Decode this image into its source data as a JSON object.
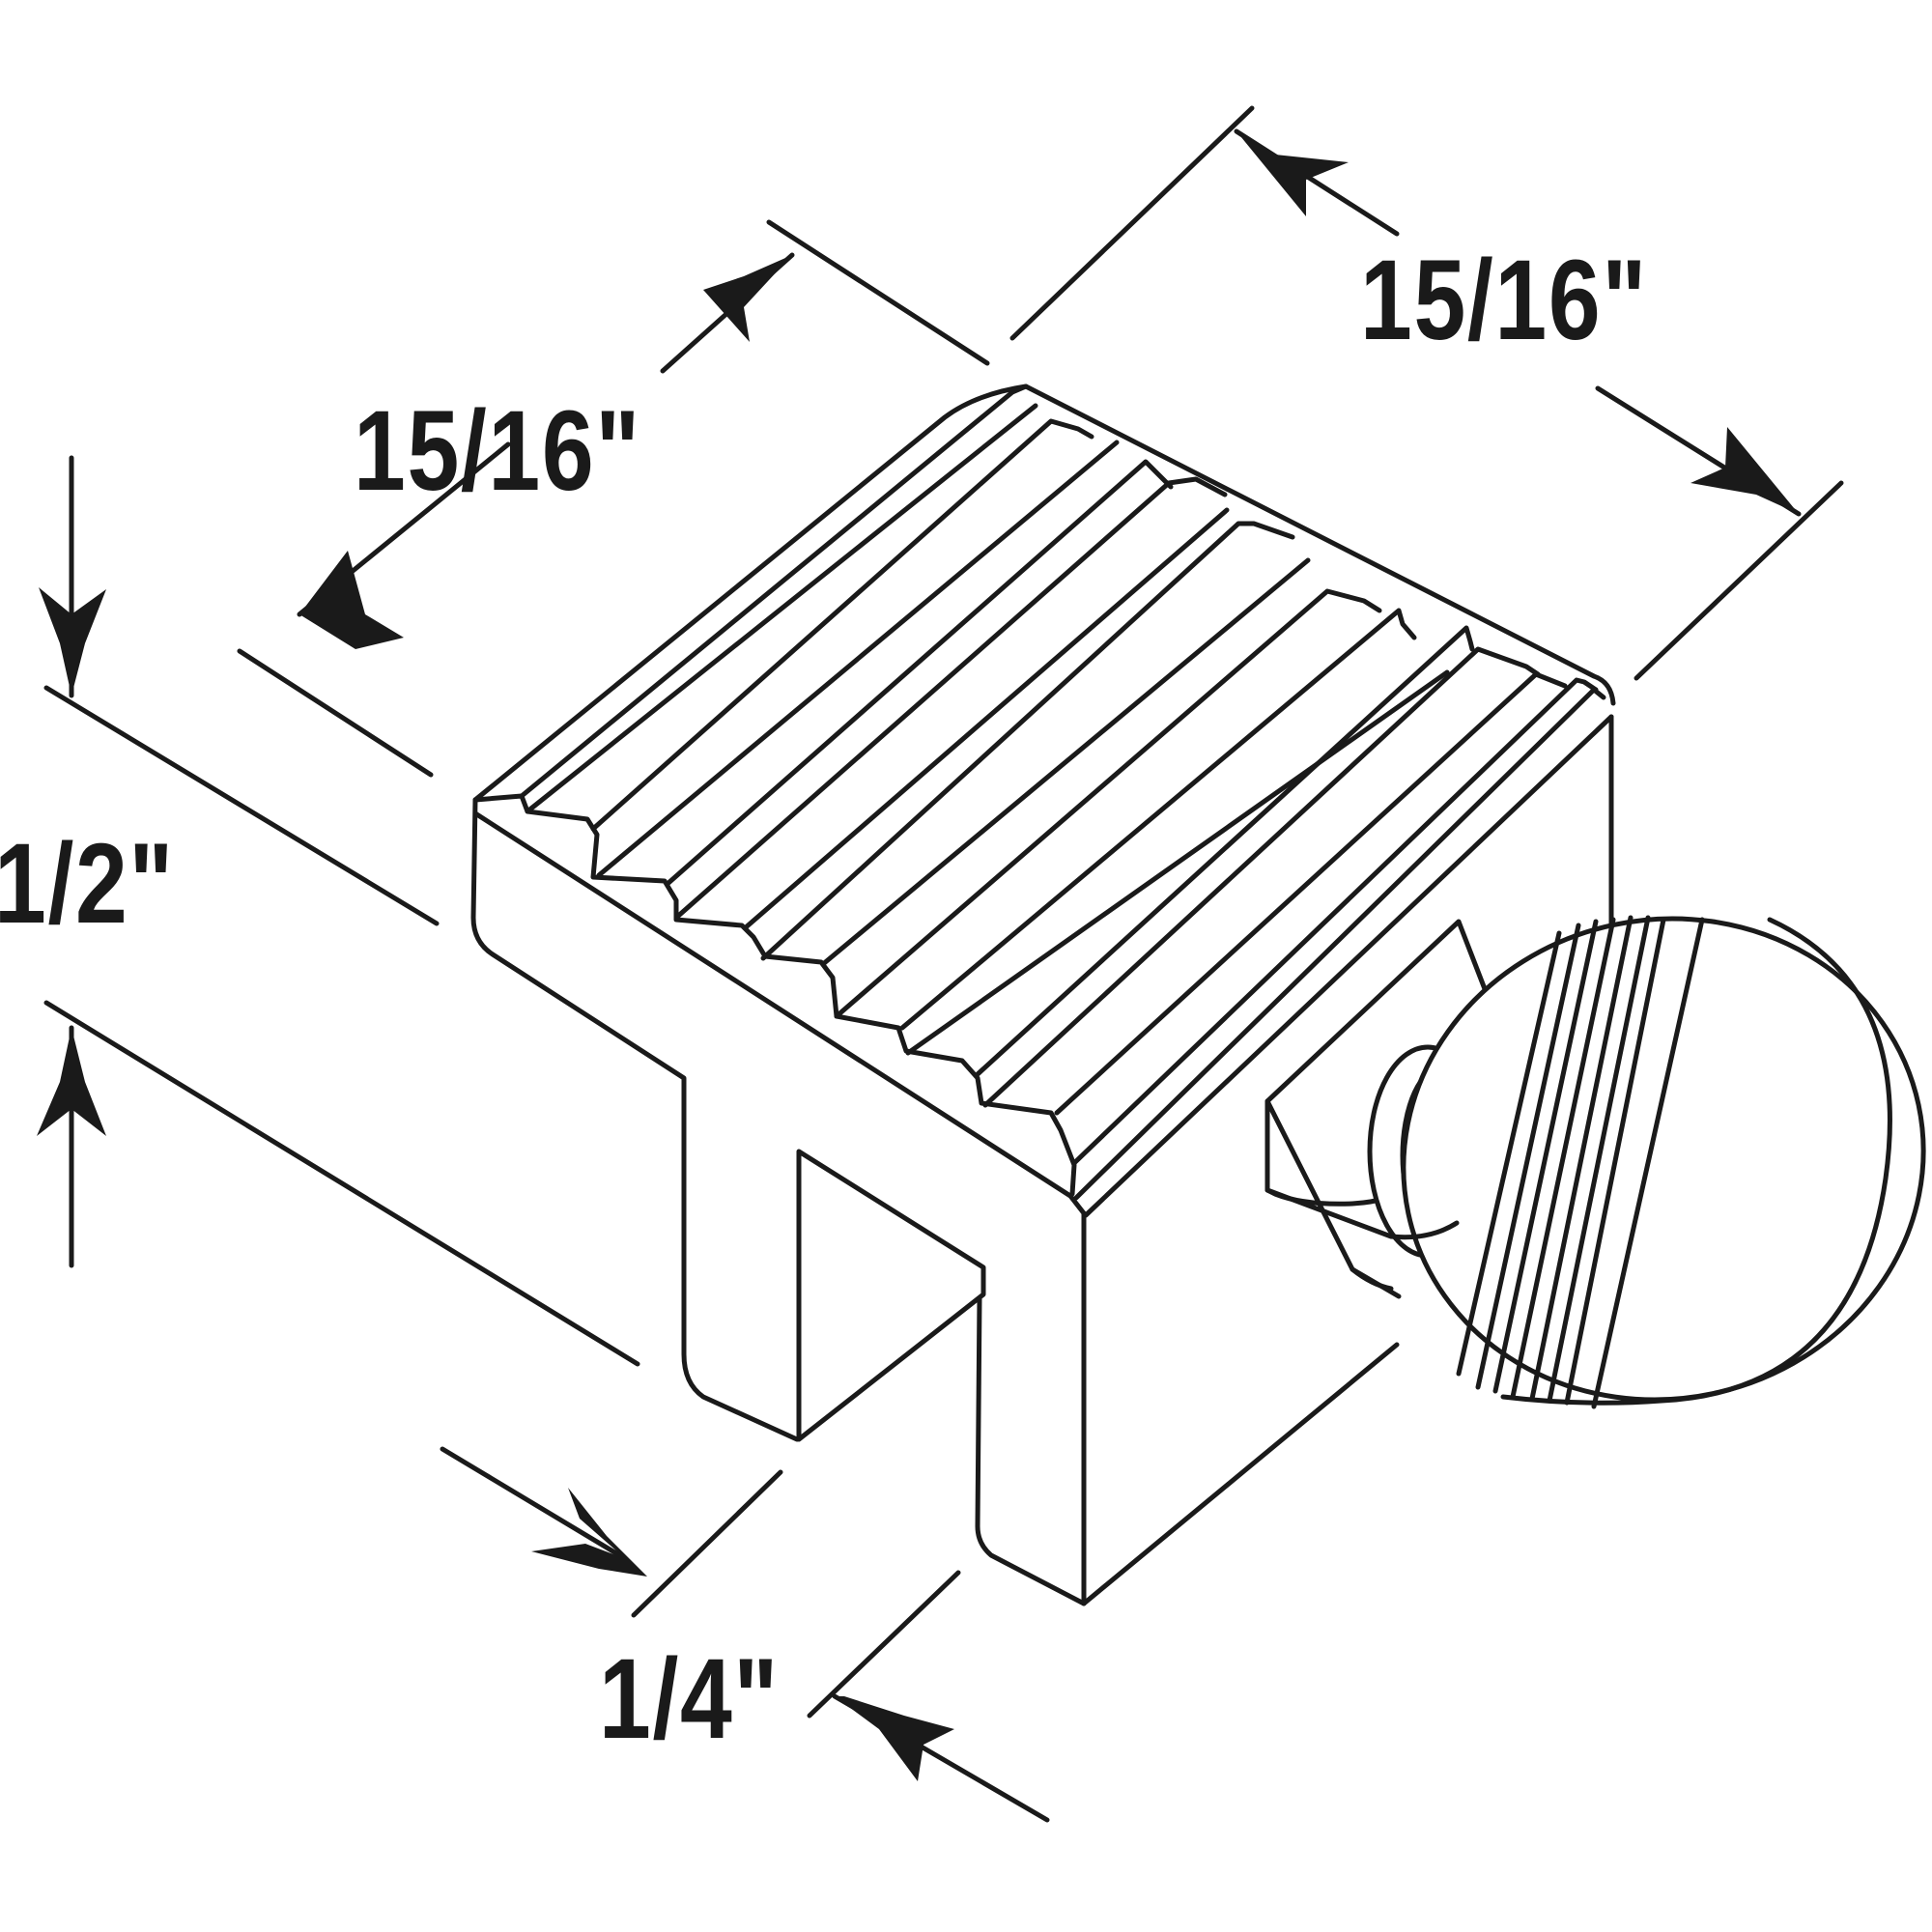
{
  "dimensions": {
    "length_label": "15/16\"",
    "width_label": "15/16\"",
    "height_label": "1/2\"",
    "slot_label": "1/4\""
  },
  "colors": {
    "line": "#1a1a1a",
    "background": "#ffffff"
  }
}
